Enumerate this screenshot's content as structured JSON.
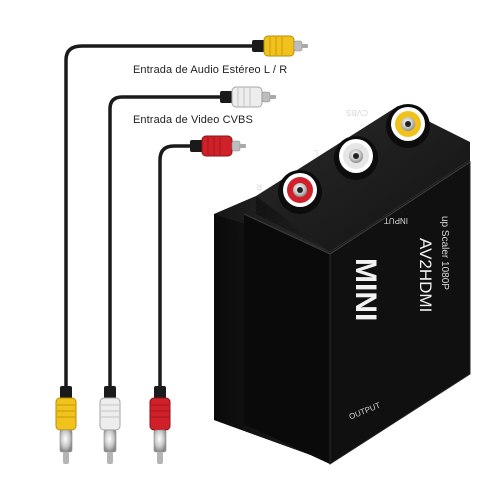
{
  "captions": {
    "audio": "Entrada de Audio Estéreo L / R",
    "video": "Entrada de Video CVBS"
  },
  "device": {
    "brand_word": "MINI",
    "model": "AV2HDMI",
    "tagline": "up Scaler 1080P",
    "input_label": "INPUT",
    "output_label": "OUTPUT",
    "jack_labels": {
      "r": "R",
      "l": "L",
      "cvbs": "CVBS"
    }
  },
  "colors": {
    "yellow": "#f1c21c",
    "white": "#e8e8e8",
    "red": "#d0202a",
    "body": "#141414",
    "cable": "#1a1a1a"
  }
}
